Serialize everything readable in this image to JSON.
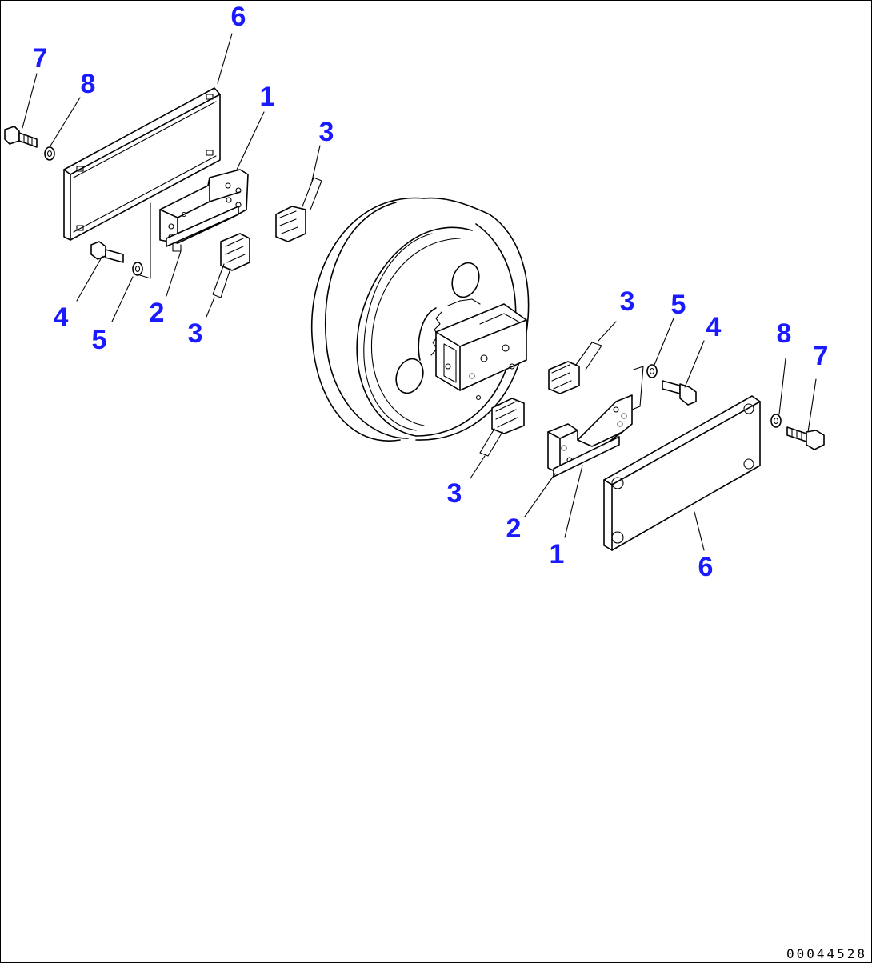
{
  "drawing_number": "00044528",
  "colors": {
    "callout": "#1a1aff",
    "line": "#000000",
    "background": "#ffffff"
  },
  "callouts": {
    "left_6": "6",
    "left_7": "7",
    "left_8": "8",
    "left_1": "1",
    "left_3a": "3",
    "left_4": "4",
    "left_5": "5",
    "left_2": "2",
    "left_3b": "3",
    "right_3a": "3",
    "right_5": "5",
    "right_4": "4",
    "right_8": "8",
    "right_7": "7",
    "right_3b": "3",
    "right_2": "2",
    "right_1": "1",
    "right_6": "6"
  }
}
